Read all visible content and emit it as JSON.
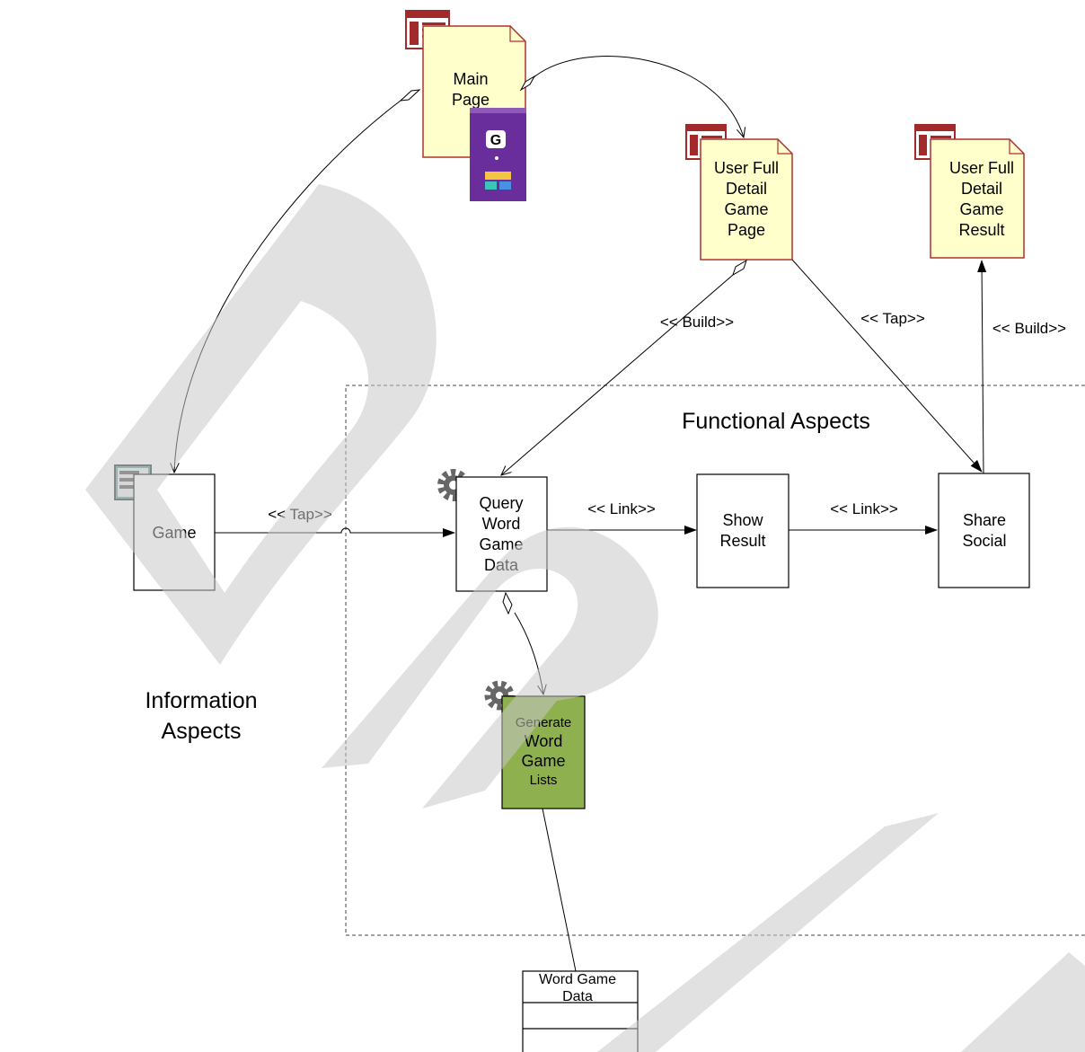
{
  "diagram": {
    "regions": {
      "functional": "Functional Aspects",
      "information": [
        "Information",
        "Aspects"
      ]
    },
    "pages": {
      "main": [
        "Main",
        "Page"
      ],
      "user_game_page": [
        "User Full",
        "Detail",
        "Game",
        "Page"
      ],
      "user_game_result": [
        "User Full",
        "Detail",
        "Game",
        "Result"
      ]
    },
    "nodes": {
      "game": "Game",
      "query": [
        "Query",
        "Word",
        "Game",
        "Data"
      ],
      "show_result": [
        "Show",
        "Result"
      ],
      "share_social": [
        "Share",
        "Social"
      ],
      "generate": [
        "Generate",
        "Word",
        "Game",
        "Lists"
      ],
      "word_game_data": [
        "Word Game",
        "Data"
      ]
    },
    "edges": {
      "game_to_query": "<< Tap>>",
      "query_to_show": "<< Link>>",
      "show_to_share": "<< Link>>",
      "user_page_to_query": "<< Build>>",
      "user_page_to_share": "<< Tap>>",
      "share_to_result": "<< Build>>"
    },
    "thumbnail": {
      "logo_letter": "G"
    },
    "colors": {
      "page_fill": "#ffffcc",
      "page_stroke": "#b03030",
      "green_fill": "#8fb04f",
      "purple": "#6a2d9c",
      "gear": "#666666",
      "watermark": "#d0d0d0"
    }
  }
}
